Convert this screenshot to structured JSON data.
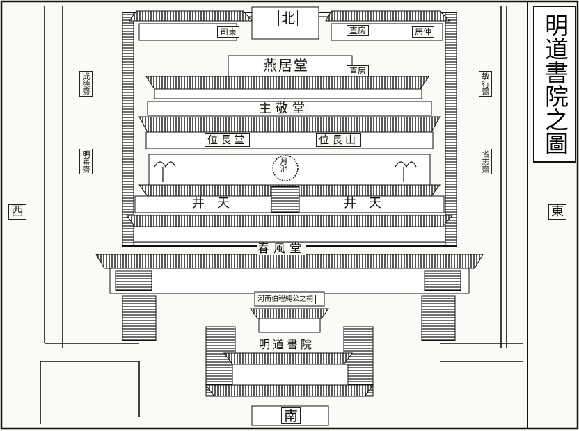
{
  "title": "明道書院之圖",
  "directions": {
    "north": "北",
    "south": "南",
    "east": "東",
    "west": "西"
  },
  "halls": {
    "yanju": "燕居堂",
    "zhujing": "主敬堂",
    "chunfeng": "春風堂",
    "mingdao": "明道書院",
    "shrine": "河南伯程純公之祠",
    "moon_pool": "月池"
  },
  "rooms": {
    "si_dong": "司東",
    "zhifang_left": "直房",
    "zhifang_right": "直房",
    "ju_left": "居仲",
    "zhang_left": "位長堂",
    "zhang_right": "位長山"
  },
  "courtyards": {
    "left": "井天",
    "right": "井天"
  },
  "studios": {
    "chengde": "成德齋",
    "mingshan": "明善齋",
    "minxing": "敏行齋",
    "xingzhi": "省志齋"
  }
}
